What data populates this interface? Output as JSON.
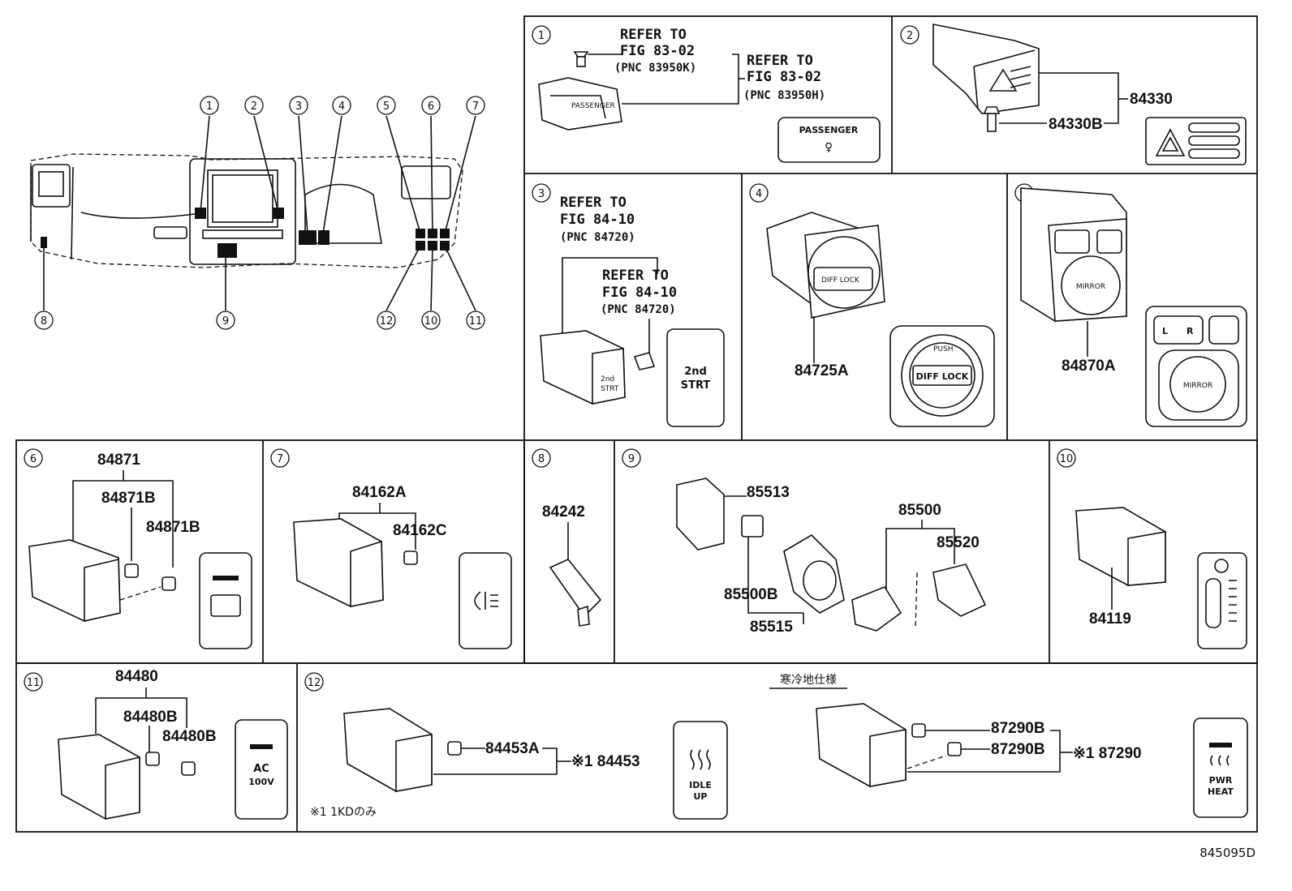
{
  "figure_code": "845095D",
  "callouts": [
    "1",
    "2",
    "3",
    "4",
    "5",
    "6",
    "7",
    "8",
    "9",
    "10",
    "11",
    "12"
  ],
  "sections": {
    "s1": {
      "num": "1",
      "ref_a": [
        "REFER TO",
        "FIG 83-02",
        "(PNC 83950K)"
      ],
      "ref_b": [
        "REFER TO",
        "FIG 83-02",
        "(PNC 83950H)"
      ],
      "icon_text": "PASSENGER",
      "part_label": "PASSENGER"
    },
    "s2": {
      "num": "2",
      "parts": [
        "84330",
        "84330B"
      ]
    },
    "s3": {
      "num": "3",
      "ref_a": [
        "REFER TO",
        "FIG 84-10",
        "(PNC 84720)"
      ],
      "ref_b": [
        "REFER TO",
        "FIG 84-10",
        "(PNC 84720)"
      ],
      "icon_text": [
        "2nd",
        "STRT"
      ]
    },
    "s4": {
      "num": "4",
      "parts": [
        "84725A"
      ],
      "icon_text": "DIFF LOCK",
      "icon_sub": "PUSH"
    },
    "s5": {
      "num": "5",
      "parts": [
        "84870A"
      ],
      "icon_text": "MIRROR",
      "icon_l": "L",
      "icon_r": "R"
    },
    "s6": {
      "num": "6",
      "parts": [
        "84871",
        "84871B",
        "84871B"
      ]
    },
    "s7": {
      "num": "7",
      "parts": [
        "84162A",
        "84162C"
      ]
    },
    "s8": {
      "num": "8",
      "parts": [
        "84242"
      ]
    },
    "s9": {
      "num": "9",
      "parts": [
        "85513",
        "85500",
        "85520",
        "85500B",
        "85515"
      ]
    },
    "s10": {
      "num": "10",
      "parts": [
        "84119"
      ]
    },
    "s11": {
      "num": "11",
      "parts": [
        "84480",
        "84480B",
        "84480B"
      ],
      "icon_text": [
        "AC",
        "100V"
      ]
    },
    "s12": {
      "num": "12",
      "heading": "寒冷地仕様",
      "parts": [
        "84453A",
        "※1 84453",
        "87290B",
        "87290B",
        "※1 87290"
      ],
      "footnote": "※1 1KDのみ",
      "icon_a": [
        "IDLE",
        "UP"
      ],
      "icon_b": [
        "PWR",
        "HEAT"
      ]
    }
  }
}
